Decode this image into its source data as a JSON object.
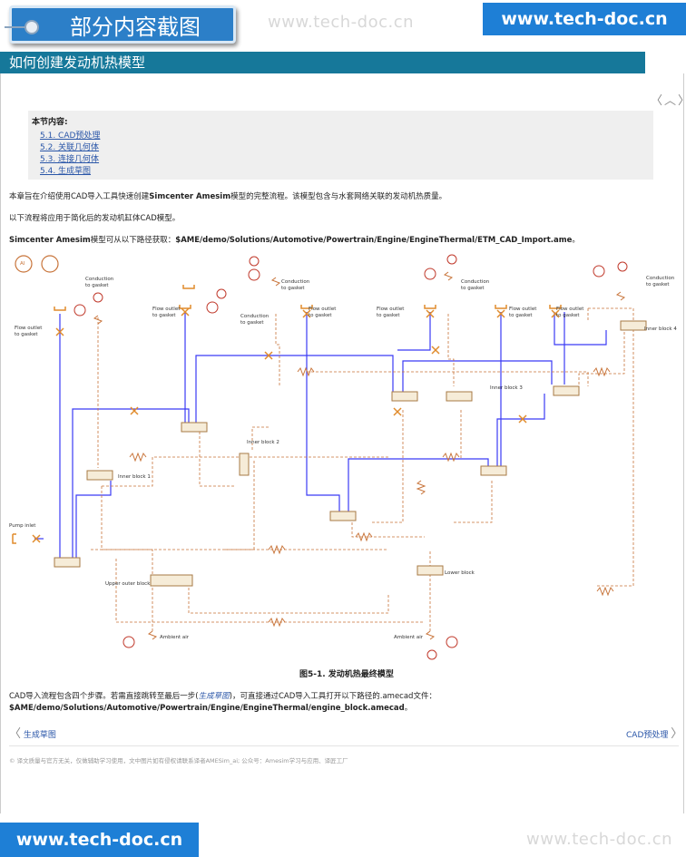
{
  "header": {
    "badge_title": "部分内容截图",
    "watermark_top": "www.tech-doc.cn",
    "brand_top": "www.tech-doc.cn"
  },
  "page": {
    "title": "如何创建发动机热模型",
    "nav_arrows": "〈︿〉"
  },
  "toc": {
    "heading": "本节内容:",
    "items": [
      "5.1. CAD预处理",
      "5.2. 关联几何体",
      "5.3. 连接几何体",
      "5.4. 生成草图"
    ]
  },
  "body": {
    "intro_pre": "本章旨在介绍使用CAD导入工具快速创建",
    "intro_bold": "Simcenter Amesim",
    "intro_post": "模型的完整流程。该模型包含与水套网络关联的发动机热质量。",
    "line2": "以下流程将应用于简化后的发动机缸体CAD模型。",
    "line3_bold1": "Simcenter Amesim",
    "line3_mid": "模型可从以下路径获取：",
    "line3_path": "$AME/demo/Solutions/Automotive/Powertrain/Engine/EngineThermal/ETM_CAD_Import.ame",
    "line3_end": "。",
    "after_pre": "CAD导入流程包含四个步骤。若需直接跳转至最后一步(",
    "after_link": "生成草图",
    "after_post": ")，可直接通过CAD导入工具打开以下路径的.amecad文件：",
    "after_path": "$AME/demo/Solutions/Automotive/Powertrain/Engine/EngineThermal/engine_block.amecad",
    "after_end": "。"
  },
  "diagram": {
    "caption": "图5-1. 发动机热最终模型",
    "labels": {
      "conduction": "Conduction",
      "to_gasket": "to gasket",
      "flow_outlet": "Flow outlet",
      "inner_block_1": "Inner block 1",
      "inner_block_2": "Inner block 2",
      "inner_block_3": "Inner block 3",
      "inner_block_4": "Inner block 4",
      "pump_inlet": "Pump inlet",
      "upper_outer_block": "Upper outer block",
      "lower_block": "Lower block",
      "ambient_air": "Ambient air",
      "ai": "AI"
    }
  },
  "pagenav": {
    "prev": "生成草图",
    "next": "CAD预处理"
  },
  "footer": {
    "note": "© 译文质量与官方无关，仅做辅助学习使用，文中图片如有侵权请联系译者AMESim_ai; 公众号：Amesim学习与应用、译匠工厂",
    "watermark_bottom": "www.tech-doc.cn",
    "brand_bottom": "www.tech-doc.cn"
  },
  "colors": {
    "title_bar": "#16789a",
    "brand_blue": "#1e7fd6",
    "link": "#2a56a8",
    "pipe_blue": "#3b3bf5",
    "thermal_orange": "#c8743a"
  }
}
